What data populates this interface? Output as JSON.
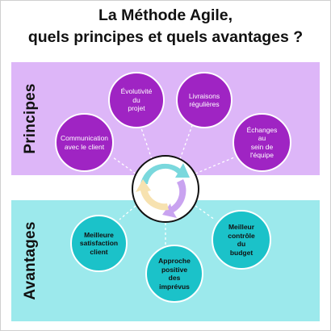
{
  "header": {
    "title_line1": "La Méthode Agile,",
    "title_line2": "quels principes et quels avantages ?"
  },
  "principles": {
    "label": "Principes",
    "items": [
      {
        "line1": "Évolutivité du",
        "line2": "projet",
        "line3": ""
      },
      {
        "line1": "Livraisons",
        "line2": "régulières",
        "line3": ""
      },
      {
        "line1": "Communication",
        "line2": "avec le client",
        "line3": ""
      },
      {
        "line1": "Échanges au",
        "line2": "sein de l'équipe",
        "line3": ""
      }
    ]
  },
  "advantages": {
    "label": "Avantages",
    "items": [
      {
        "line1": "Meilleure",
        "line2": "satisfaction",
        "line3": "client"
      },
      {
        "line1": "Approche",
        "line2": "positive des",
        "line3": "imprévus"
      },
      {
        "line1": "Meilleur",
        "line2": "contrôle du",
        "line3": "budget"
      }
    ]
  },
  "colors": {
    "principles_band": "#ddb6f8",
    "advantages_band": "#9ce9ec",
    "principle_bubble": "#9f24c3",
    "advantage_bubble": "#1bc2c9",
    "cycle_segments": [
      "#c9a3f0",
      "#7ad8dd",
      "#f7e2b0"
    ]
  },
  "hub": {
    "icon": "agile-cycle-icon"
  }
}
